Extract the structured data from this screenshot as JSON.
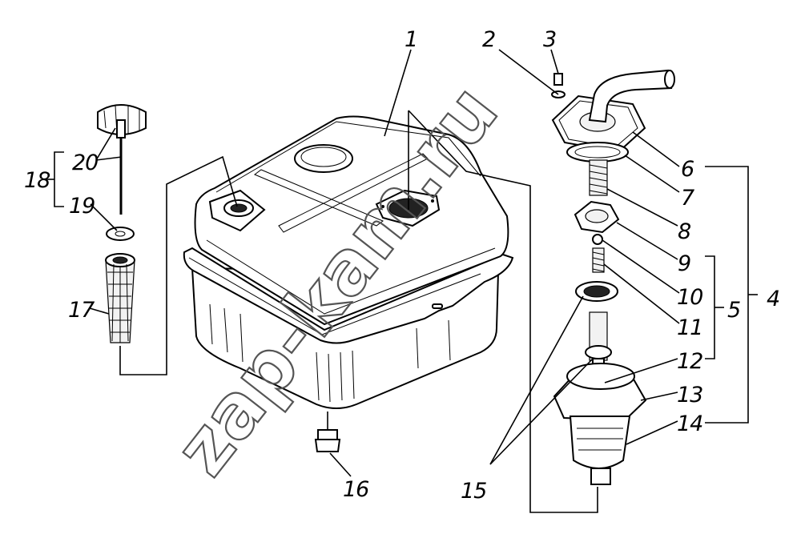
{
  "diagram": {
    "labels": {
      "l1": "1",
      "l2": "2",
      "l3": "3",
      "l4": "4",
      "l5": "5",
      "l6": "6",
      "l7": "7",
      "l8": "8",
      "l9": "9",
      "l10": "10",
      "l11": "11",
      "l12": "12",
      "l13": "13",
      "l14": "14",
      "l15": "15",
      "l16": "16",
      "l17": "17",
      "l18": "18",
      "l19": "19",
      "l20": "20"
    },
    "watermark": "zap-kam.ru"
  }
}
